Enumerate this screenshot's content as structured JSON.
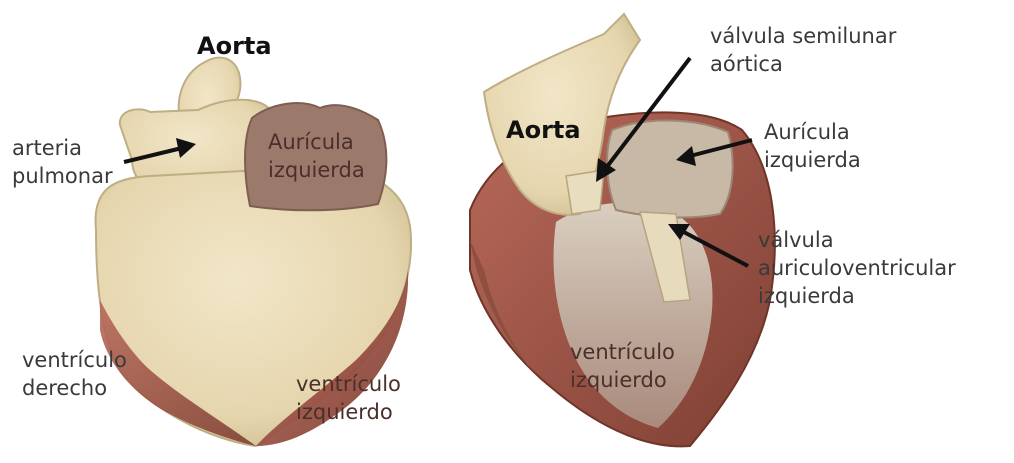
{
  "image": {
    "subject": "heart-external-and-sectioned",
    "colors": {
      "background": "#ffffff",
      "tissue_pale": "#e9dcb9",
      "tissue_shadow": "#c9b88c",
      "muscle_dark": "#8e4f3f",
      "muscle_red": "#a9574a",
      "atrium_mauve": "#9b7a6c",
      "label_text": "#3a3a3a",
      "arrow": "#111111"
    }
  },
  "labels": {
    "left": {
      "aorta": "Aorta",
      "arteria_pulmonar_1": "arteria",
      "arteria_pulmonar_2": "pulmonar",
      "auricula_izq_1": "Aurícula",
      "auricula_izq_2": "izquierda",
      "ventriculo_der_1": "ventrículo",
      "ventriculo_der_2": "derecho",
      "ventriculo_izq_1": "ventrículo",
      "ventriculo_izq_2": "izquierdo"
    },
    "right": {
      "aorta": "Aorta",
      "valvula_semilunar_1": "válvula semilunar",
      "valvula_semilunar_2": "aórtica",
      "auricula_izq_1": "Aurícula",
      "auricula_izq_2": "izquierda",
      "valvula_av_1": "válvula",
      "valvula_av_2": "auriculoventricular",
      "valvula_av_3": "izquierda",
      "ventriculo_izq_1": "ventrículo",
      "ventriculo_izq_2": "izquierdo"
    }
  }
}
